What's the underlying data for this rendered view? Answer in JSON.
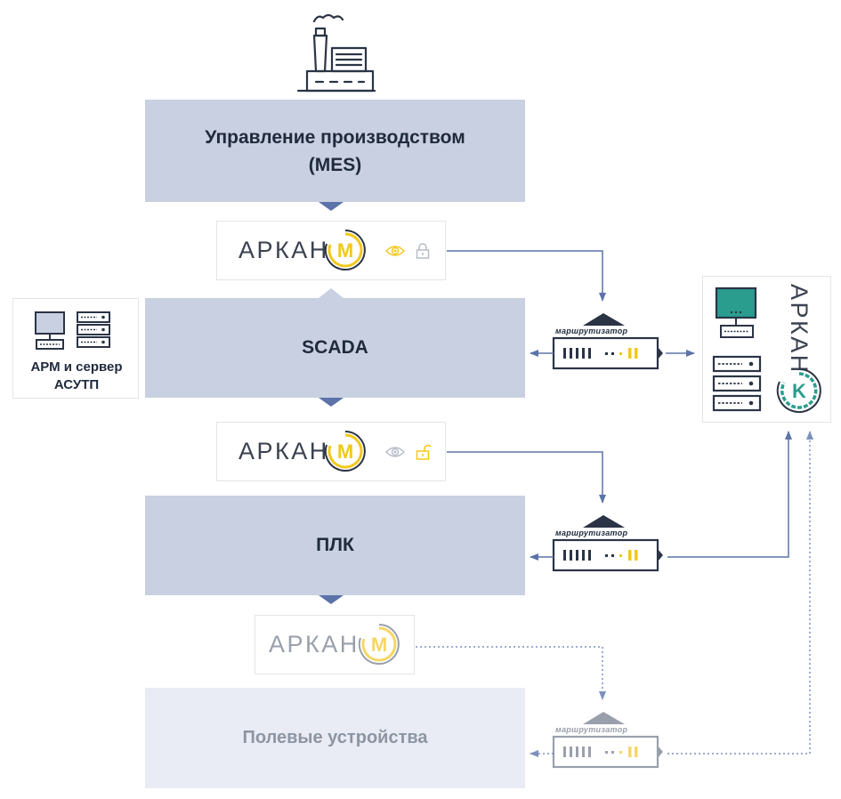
{
  "levels": {
    "mes_line1": "Управление производством",
    "mes_line2": "(MES)",
    "scada": "SCADA",
    "plc": "ПЛК",
    "field": "Полевые устройства"
  },
  "arkan_m": {
    "brand": "АРКАН",
    "letter": "M"
  },
  "routers": {
    "label": "маршрутизатор"
  },
  "workstation": {
    "line1": "АРМ и сервер",
    "line2": "АСУТП"
  },
  "arkan_k": {
    "brand": "АРКАН",
    "letter": "K"
  },
  "colors": {
    "level_bg": "#c8d0e1",
    "level_bg_dim": "#e9ecf4",
    "arrow": "#5b73a8",
    "yellow": "#f2c81c",
    "teal": "#2a9d8f",
    "navy": "#1f2a3c"
  }
}
